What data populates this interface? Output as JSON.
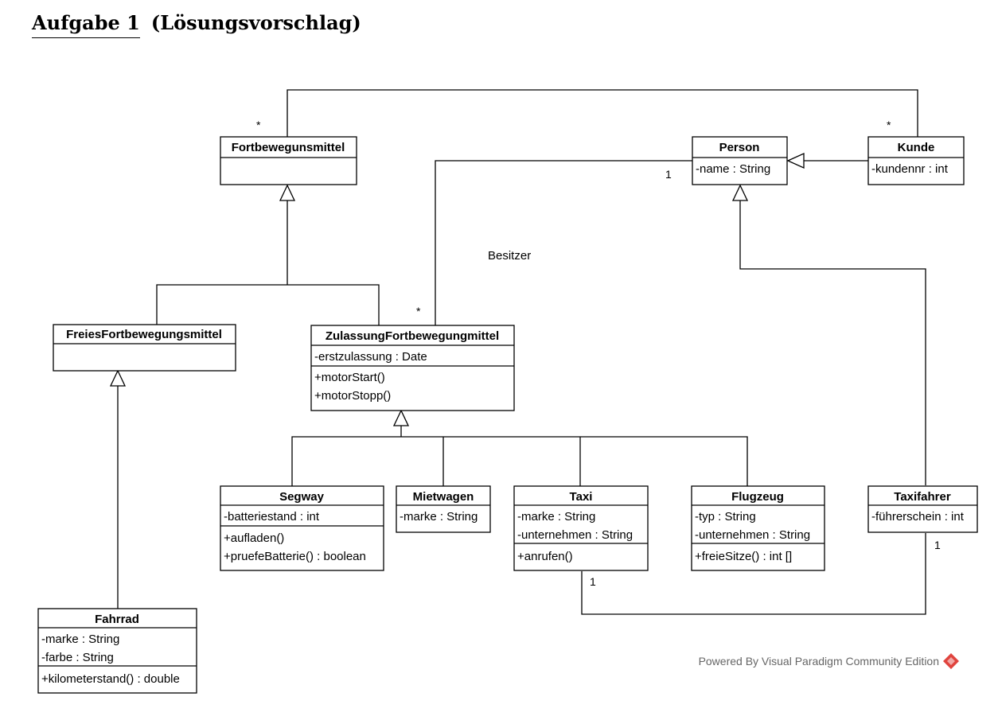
{
  "header": {
    "title": "Aufgabe 1",
    "subtitle": "(Lösungsvorschlag)"
  },
  "classes": {
    "fortbewegungsmittel": {
      "name": "Fortbewegunsmittel",
      "attributes": [],
      "operations": []
    },
    "person": {
      "name": "Person",
      "attributes": [
        "-name : String"
      ],
      "operations": []
    },
    "kunde": {
      "name": "Kunde",
      "attributes": [
        "-kundennr : int"
      ],
      "operations": []
    },
    "freies": {
      "name": "FreiesFortbewegungsmittel",
      "attributes": [],
      "operations": []
    },
    "zulassung": {
      "name": "ZulassungFortbewegungmittel",
      "attributes": [
        "-erstzulassung : Date"
      ],
      "operations": [
        "+motorStart()",
        "+motorStopp()"
      ]
    },
    "segway": {
      "name": "Segway",
      "attributes": [
        "-batteriestand : int"
      ],
      "operations": [
        "+aufladen()",
        "+pruefeBatterie() : boolean"
      ]
    },
    "mietwagen": {
      "name": "Mietwagen",
      "attributes": [
        "-marke : String"
      ],
      "operations": []
    },
    "taxi": {
      "name": "Taxi",
      "attributes": [
        "-marke : String",
        "-unternehmen : String"
      ],
      "operations": [
        "+anrufen()"
      ]
    },
    "flugzeug": {
      "name": "Flugzeug",
      "attributes": [
        "-typ : String",
        "-unternehmen : String"
      ],
      "operations": [
        "+freieSitze() : int []"
      ]
    },
    "taxifahrer": {
      "name": "Taxifahrer",
      "attributes": [
        "-führerschein : int"
      ],
      "operations": []
    },
    "fahrrad": {
      "name": "Fahrrad",
      "attributes": [
        "-marke : String",
        "-farbe : String"
      ],
      "operations": [
        "+kilometerstand() : double"
      ]
    }
  },
  "associations": {
    "kunde_fortbewegung": {
      "mult_fortbewegung": "*",
      "mult_kunde": "*"
    },
    "besitzer": {
      "label": "Besitzer",
      "mult_person": "1",
      "mult_zulassung": "*"
    },
    "taxi_taxifahrer": {
      "mult_taxi": "1",
      "mult_taxifahrer": "1"
    }
  },
  "footer": {
    "text": "Powered By Visual Paradigm Community Edition",
    "logo_color": "#e0443e"
  }
}
